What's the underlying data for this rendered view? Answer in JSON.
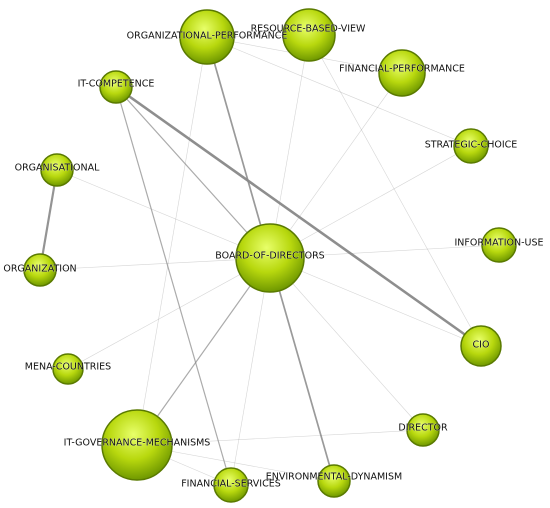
{
  "colors": {
    "node_fill_light": "#e8ff6a",
    "node_fill_mid": "#b8d80e",
    "node_fill_dark": "#6f9800",
    "node_stroke": "#5a7a00",
    "edge": "#888888",
    "label": "#111111"
  },
  "nodes": [
    {
      "id": "organizational-performance",
      "label": "ORGANIZATIONAL-PERFORMANCE"
    },
    {
      "id": "resource-based-view",
      "label": "RESOURCE-BASED-VIEW"
    },
    {
      "id": "financial-performance",
      "label": "FINANCIAL-PERFORMANCE"
    },
    {
      "id": "it-competence",
      "label": "IT-COMPETENCE"
    },
    {
      "id": "strategic-choice",
      "label": "STRATEGIC-CHOICE"
    },
    {
      "id": "organisational",
      "label": "ORGANISATIONAL"
    },
    {
      "id": "information-use",
      "label": "INFORMATION-USE"
    },
    {
      "id": "board-of-directors",
      "label": "BOARD-OF-DIRECTORS"
    },
    {
      "id": "organization",
      "label": "ORGANIZATION"
    },
    {
      "id": "cio",
      "label": "CIO"
    },
    {
      "id": "mena-countries",
      "label": "MENA-COUNTRIES"
    },
    {
      "id": "director",
      "label": "DIRECTOR"
    },
    {
      "id": "it-governance-mechanisms",
      "label": "IT-GOVERNANCE-MECHANISMS"
    },
    {
      "id": "environmental-dynamism",
      "label": "ENVIRONMENTAL-DYNAMISM"
    },
    {
      "id": "financial-services",
      "label": "FINANCIAL-SERVICES"
    }
  ],
  "edges": [
    {
      "source": "it-competence",
      "target": "cio",
      "weight": 5
    },
    {
      "source": "organisational",
      "target": "organization",
      "weight": 4
    },
    {
      "source": "board-of-directors",
      "target": "organizational-performance",
      "weight": 3
    },
    {
      "source": "board-of-directors",
      "target": "environmental-dynamism",
      "weight": 3
    },
    {
      "source": "board-of-directors",
      "target": "it-competence",
      "weight": 2
    },
    {
      "source": "board-of-directors",
      "target": "it-governance-mechanisms",
      "weight": 2
    },
    {
      "source": "it-competence",
      "target": "financial-services",
      "weight": 2
    },
    {
      "source": "board-of-directors",
      "target": "resource-based-view",
      "weight": 1
    },
    {
      "source": "board-of-directors",
      "target": "financial-performance",
      "weight": 1
    },
    {
      "source": "board-of-directors",
      "target": "strategic-choice",
      "weight": 1
    },
    {
      "source": "board-of-directors",
      "target": "information-use",
      "weight": 1
    },
    {
      "source": "board-of-directors",
      "target": "organization",
      "weight": 1
    },
    {
      "source": "board-of-directors",
      "target": "organisational",
      "weight": 1
    },
    {
      "source": "board-of-directors",
      "target": "cio",
      "weight": 1
    },
    {
      "source": "board-of-directors",
      "target": "mena-countries",
      "weight": 1
    },
    {
      "source": "board-of-directors",
      "target": "director",
      "weight": 1
    },
    {
      "source": "board-of-directors",
      "target": "financial-services",
      "weight": 1
    },
    {
      "source": "organizational-performance",
      "target": "it-governance-mechanisms",
      "weight": 1
    },
    {
      "source": "organizational-performance",
      "target": "resource-based-view",
      "weight": 1
    },
    {
      "source": "organizational-performance",
      "target": "financial-performance",
      "weight": 1
    },
    {
      "source": "organizational-performance",
      "target": "strategic-choice",
      "weight": 1
    },
    {
      "source": "resource-based-view",
      "target": "cio",
      "weight": 1
    },
    {
      "source": "it-governance-mechanisms",
      "target": "director",
      "weight": 1
    },
    {
      "source": "it-governance-mechanisms",
      "target": "financial-services",
      "weight": 1
    },
    {
      "source": "it-governance-mechanisms",
      "target": "environmental-dynamism",
      "weight": 1
    }
  ]
}
